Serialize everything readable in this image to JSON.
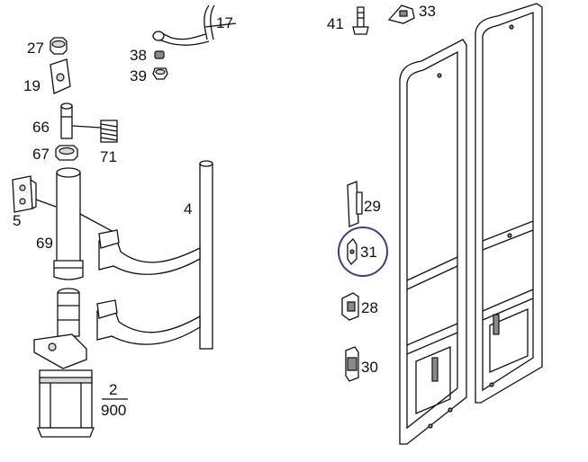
{
  "labels": {
    "p17": "17",
    "p27": "27",
    "p19": "19",
    "p38": "38",
    "p39": "39",
    "p66": "66",
    "p67": "67",
    "p71": "71",
    "p5": "5",
    "p69": "69",
    "p4": "4",
    "p2": "2",
    "p900": "900",
    "p41": "41",
    "p33": "33",
    "p29": "29",
    "p31": "31",
    "p28": "28",
    "p30": "30"
  },
  "highlight": {
    "part": "31",
    "color": "#3a3f8f"
  }
}
